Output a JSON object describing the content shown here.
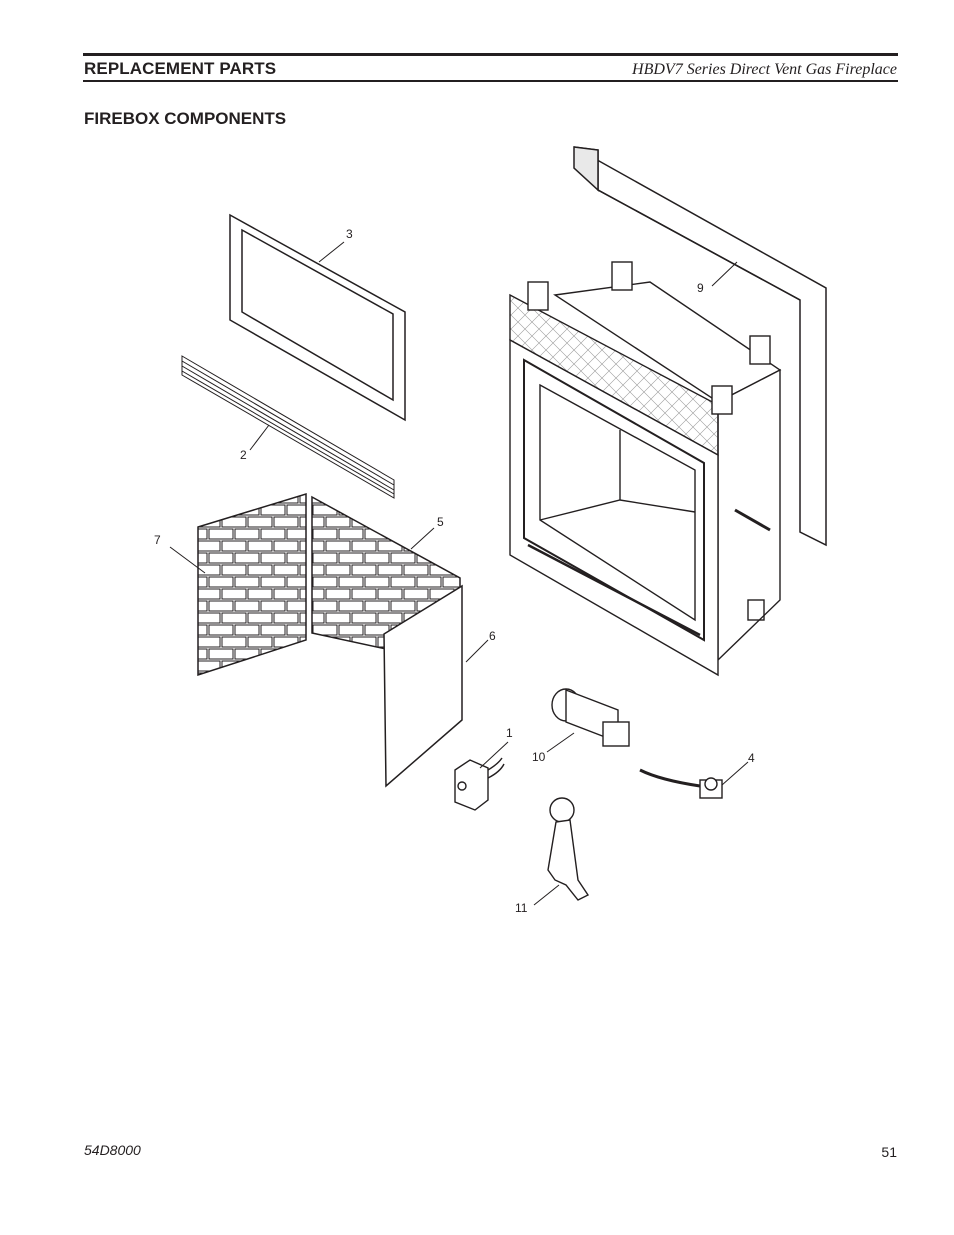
{
  "header": {
    "section_label": "REPLACEMENT PARTS",
    "product_title": "HBDV7 Series Direct Vent Gas Fireplace"
  },
  "section_title": "FIREBOX COMPONENTS",
  "callouts": {
    "c1": "1",
    "c2": "2",
    "c3": "3",
    "c4": "4",
    "c5": "5",
    "c6": "6",
    "c7": "7",
    "c9": "9",
    "c10": "10",
    "c11": "11"
  },
  "footer": {
    "doc_number": "54D8000",
    "page_number": "51"
  }
}
